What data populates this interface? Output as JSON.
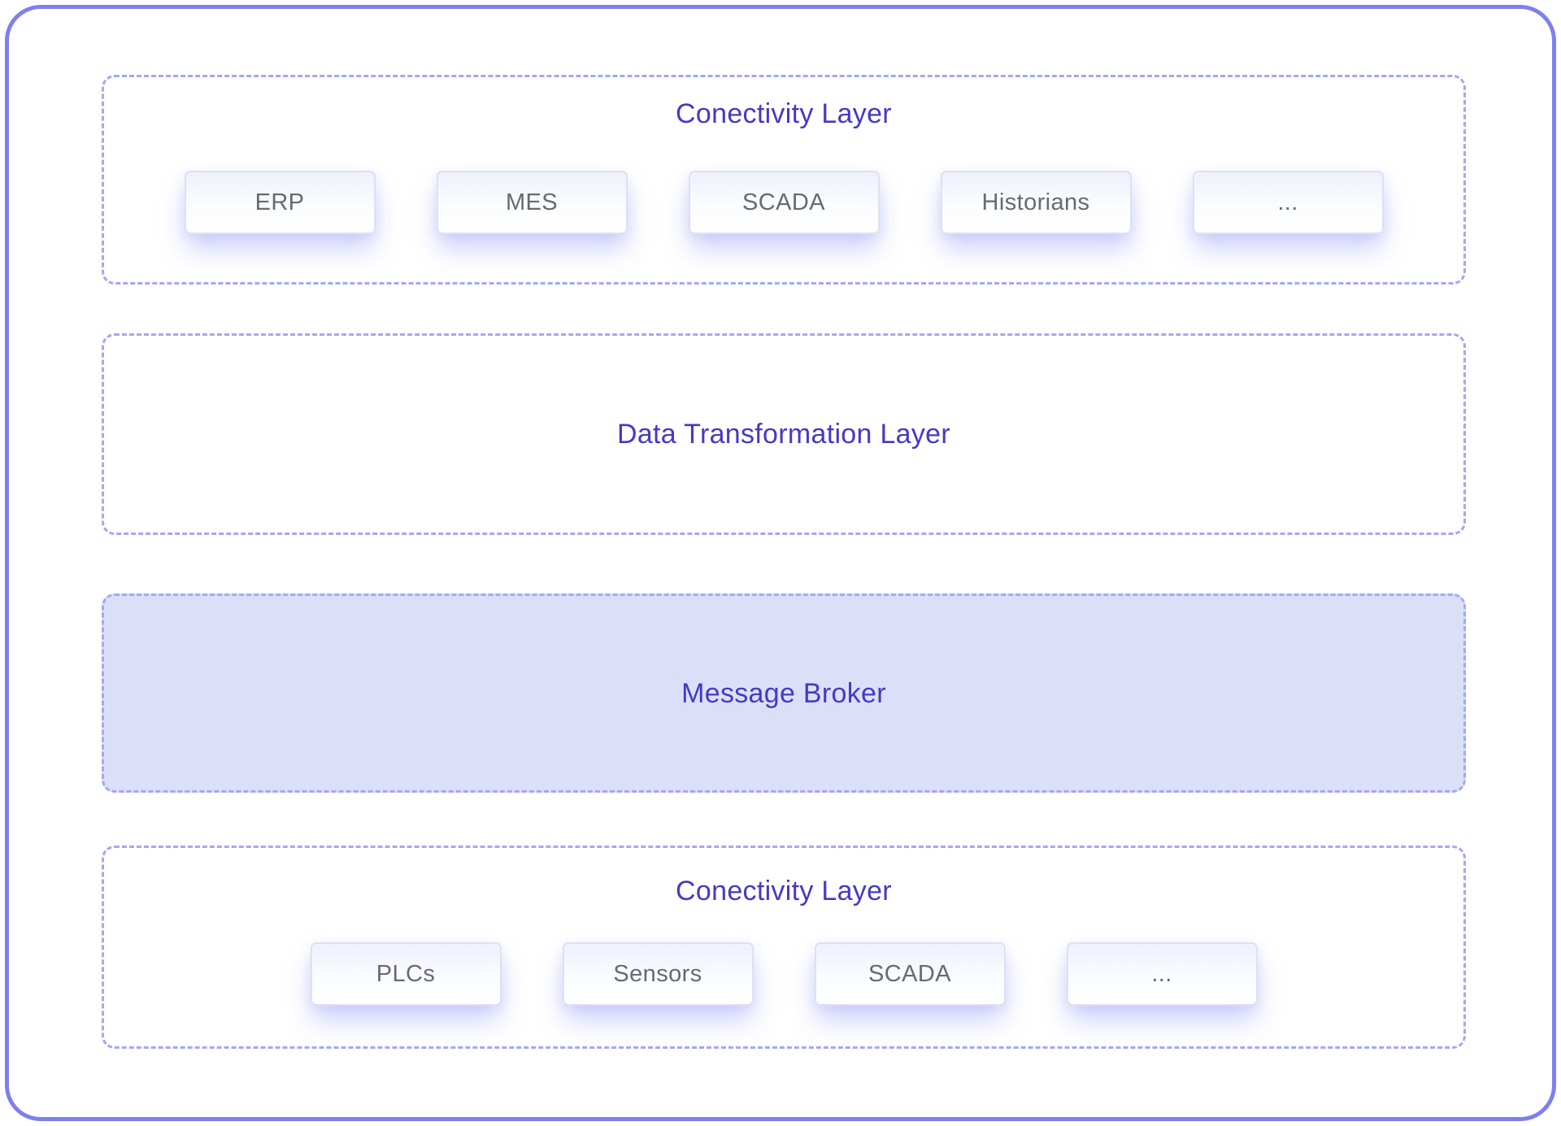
{
  "diagram": {
    "type": "layered-architecture",
    "layers": [
      {
        "id": "connectivity-top",
        "title": "Conectivity Layer",
        "filled": false,
        "items": [
          "ERP",
          "MES",
          "SCADA",
          "Historians",
          "..."
        ]
      },
      {
        "id": "data-transformation",
        "title": "Data Transformation Layer",
        "filled": false,
        "items": []
      },
      {
        "id": "message-broker",
        "title": "Message Broker",
        "filled": true,
        "items": []
      },
      {
        "id": "connectivity-bottom",
        "title": "Conectivity Layer",
        "filled": false,
        "items": [
          "PLCs",
          "Sensors",
          "SCADA",
          "..."
        ]
      }
    ],
    "colors": {
      "frame_border": "#7d80ec",
      "dashed_border": "#a3a9ef",
      "layer_title_text": "#4539c5",
      "item_label_text": "#666a72",
      "message_broker_fill": "#dbe0f8",
      "item_glow": "rgba(126,136,240,0.38)"
    }
  }
}
